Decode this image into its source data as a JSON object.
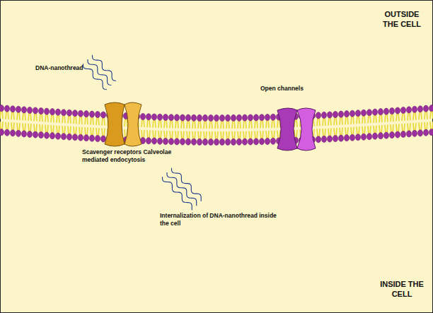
{
  "diagram": {
    "labels": [
      "OUTSIDE THE CELL",
      "DNA-nanothread",
      "Open channels",
      "Scavenger receptors Calveolae mediated endocytosis",
      "Internalization of DNA-nanothread inside the cell",
      "INSIDE THE CELL"
    ]
  }
}
